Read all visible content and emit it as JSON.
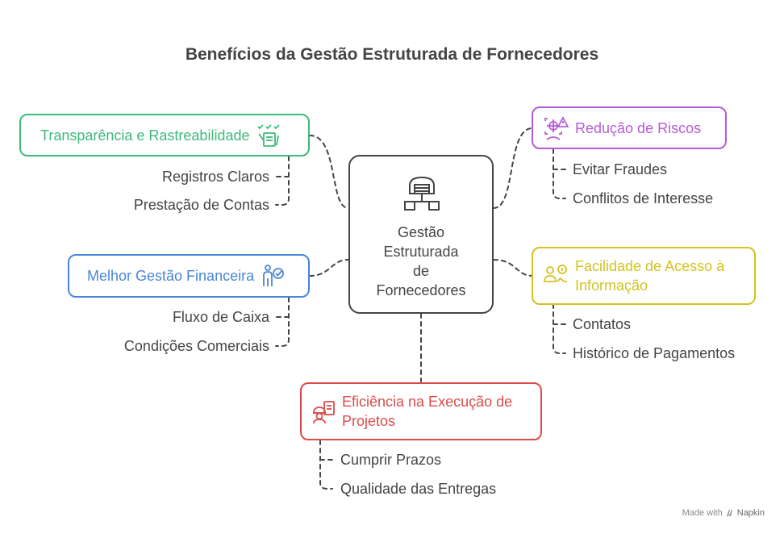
{
  "title": "Benefícios da Gestão Estruturada de Fornecedores",
  "center": {
    "label_lines": [
      "Gestão",
      "Estruturada",
      "de",
      "Fornecedores"
    ],
    "icon": "warehouse-network-icon"
  },
  "branches": {
    "transparency": {
      "label": "Transparência e Rastreabilidade",
      "color": "#3dba7a",
      "icon": "tasks-checklist-icon",
      "items": [
        "Registros Claros",
        "Prestação de Contas"
      ]
    },
    "finance": {
      "label": "Melhor Gestão Financeira",
      "color": "#4a86d8",
      "icon": "person-check-icon",
      "items": [
        "Fluxo de Caixa",
        "Condições Comerciais"
      ]
    },
    "efficiency": {
      "label_lines": [
        "Eficiência na Execução de",
        "Projetos"
      ],
      "color": "#dc4b4b",
      "icon": "worker-clipboard-icon",
      "items": [
        "Cumprir Prazos",
        "Qualidade das Entregas"
      ]
    },
    "risk": {
      "label": "Redução de Riscos",
      "color": "#b65bd8",
      "icon": "risk-warning-icon",
      "items": [
        "Evitar Fraudes",
        "Conflitos de Interesse"
      ]
    },
    "access": {
      "label_lines": [
        "Facilidade de Acesso à",
        "Informação"
      ],
      "color": "#d2c31f",
      "icon": "info-person-icon",
      "items": [
        "Contatos",
        "Histórico de Pagamentos"
      ]
    }
  },
  "credit": {
    "prefix": "Made with",
    "brand": "Napkin"
  }
}
